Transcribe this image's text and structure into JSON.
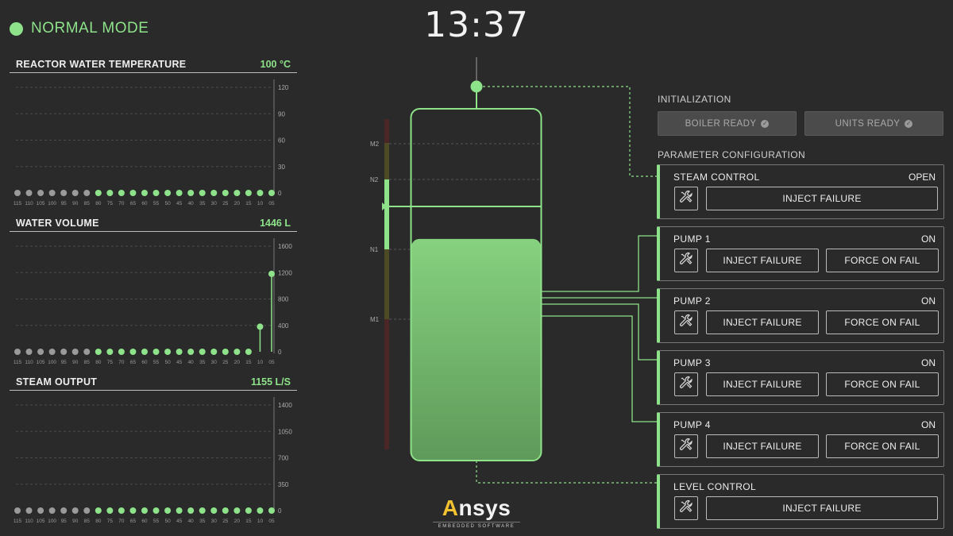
{
  "status": {
    "mode": "NORMAL MODE",
    "color": "#8ee28a"
  },
  "clock": "13:37",
  "charts": [
    {
      "title": "REACTOR WATER TEMPERATURE",
      "value": "100 °C",
      "y_ticks": [
        "120",
        "90",
        "60",
        "30",
        "0"
      ],
      "y_max": 120,
      "x_ticks": [
        "115",
        "110",
        "105",
        "100",
        "95",
        "90",
        "85",
        "80",
        "75",
        "70",
        "65",
        "60",
        "55",
        "50",
        "45",
        "40",
        "35",
        "30",
        "25",
        "20",
        "15",
        "10",
        "05"
      ],
      "series": [
        0,
        0,
        0,
        0,
        0,
        0,
        0,
        0,
        0,
        0,
        0,
        0,
        0,
        0,
        0,
        0,
        0,
        0,
        0,
        0,
        0,
        0,
        0
      ],
      "active_from": 7
    },
    {
      "title": "WATER VOLUME",
      "value": "1446 L",
      "y_ticks": [
        "1600",
        "1200",
        "800",
        "400",
        "0"
      ],
      "y_max": 1600,
      "x_ticks": [
        "115",
        "110",
        "105",
        "100",
        "95",
        "90",
        "85",
        "80",
        "75",
        "70",
        "65",
        "60",
        "55",
        "50",
        "45",
        "40",
        "35",
        "30",
        "25",
        "20",
        "15",
        "10",
        "05"
      ],
      "series": [
        0,
        0,
        0,
        0,
        0,
        0,
        0,
        0,
        0,
        0,
        0,
        0,
        0,
        0,
        0,
        0,
        0,
        0,
        0,
        0,
        0,
        380,
        1180
      ],
      "active_from": 7
    },
    {
      "title": "STEAM OUTPUT",
      "value": "1155 L/S",
      "y_ticks": [
        "1400",
        "1050",
        "700",
        "350",
        "0"
      ],
      "y_max": 1400,
      "x_ticks": [
        "115",
        "110",
        "105",
        "100",
        "95",
        "90",
        "85",
        "80",
        "75",
        "70",
        "65",
        "60",
        "55",
        "50",
        "45",
        "40",
        "35",
        "30",
        "25",
        "20",
        "15",
        "10",
        "05"
      ],
      "series": [
        0,
        0,
        0,
        0,
        0,
        0,
        0,
        0,
        0,
        0,
        0,
        0,
        0,
        0,
        0,
        0,
        0,
        0,
        0,
        0,
        0,
        0,
        0
      ],
      "active_from": 7
    }
  ],
  "boiler": {
    "level_labels": [
      "M2",
      "N2",
      "N1",
      "M1"
    ],
    "fill_fraction": 0.63
  },
  "initialization": {
    "label": "INITIALIZATION",
    "buttons": [
      {
        "label": "BOILER READY"
      },
      {
        "label": "UNITS READY"
      }
    ]
  },
  "parameters": {
    "label": "PARAMETER CONFIGURATION",
    "cards": [
      {
        "title": "STEAM CONTROL",
        "status": "OPEN",
        "buttons": [
          "INJECT FAILURE"
        ]
      },
      {
        "title": "PUMP 1",
        "status": "ON",
        "buttons": [
          "INJECT FAILURE",
          "FORCE ON FAIL"
        ]
      },
      {
        "title": "PUMP 2",
        "status": "ON",
        "buttons": [
          "INJECT FAILURE",
          "FORCE ON FAIL"
        ]
      },
      {
        "title": "PUMP 3",
        "status": "ON",
        "buttons": [
          "INJECT FAILURE",
          "FORCE ON FAIL"
        ]
      },
      {
        "title": "PUMP 4",
        "status": "ON",
        "buttons": [
          "INJECT FAILURE",
          "FORCE ON FAIL"
        ]
      },
      {
        "title": "LEVEL CONTROL",
        "status": "",
        "buttons": [
          "INJECT FAILURE"
        ]
      }
    ]
  },
  "logo": {
    "name_rest": "nsys",
    "name_a": "A",
    "sub": "EMBEDDED SOFTWARE"
  },
  "colors": {
    "accent": "#8ee28a",
    "inactive_dot": "#9a9a9a",
    "bg": "#2a2a2a"
  }
}
